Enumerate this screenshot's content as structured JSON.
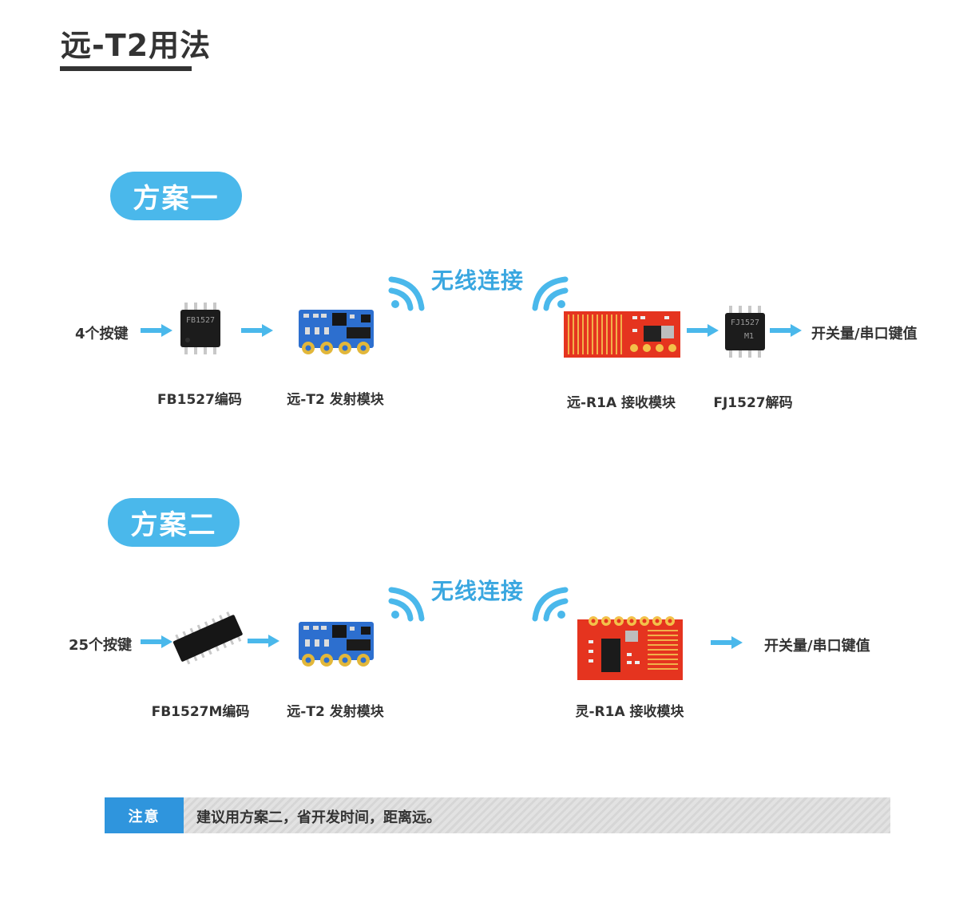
{
  "header": {
    "title": "远-T2用法"
  },
  "scheme1": {
    "badge": "方案一",
    "input_label": "4个按键",
    "wireless_label": "无线连接",
    "output_label": "开关量/串口键值",
    "components": [
      {
        "caption": "FB1527编码",
        "chip_text": "FB1527"
      },
      {
        "caption": "远-T2 发射模块"
      },
      {
        "caption": "远-R1A 接收模块"
      },
      {
        "caption": "FJ1527解码",
        "chip_text": "FJ1527",
        "chip_text2": "M1"
      }
    ]
  },
  "scheme2": {
    "badge": "方案二",
    "input_label": "25个按键",
    "wireless_label": "无线连接",
    "output_label": "开关量/串口键值",
    "components": [
      {
        "caption": "FB1527M编码"
      },
      {
        "caption": "远-T2 发射模块"
      },
      {
        "caption": "灵-R1A 接收模块"
      }
    ]
  },
  "note": {
    "tag": "注意",
    "text": "建议用方案二，省开发时间，距离远。"
  },
  "colors": {
    "accent": "#4ab8eb",
    "arrow": "#4ab8eb",
    "note_tag": "#2f95dd",
    "board_blue": "#2d6fcf",
    "board_red": "#e5341f"
  }
}
